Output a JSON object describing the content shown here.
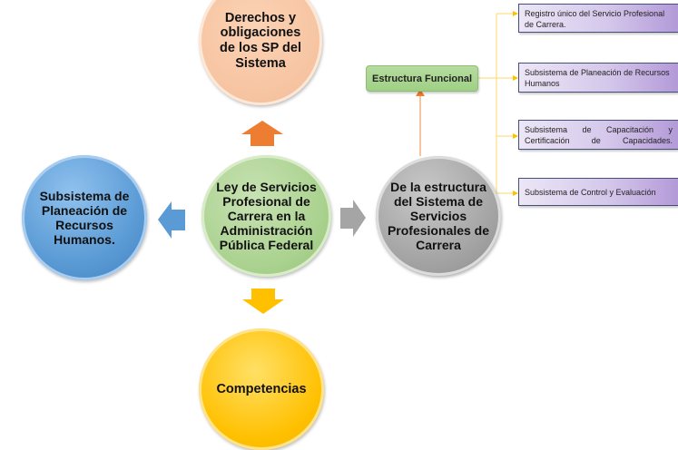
{
  "diagram": {
    "center": {
      "label": "Ley de Servicios Profesional de Carrera en la Administración Pública Federal",
      "color": "#a9d18e"
    },
    "top": {
      "label": "Derechos y obligaciones de los SP del Sistema",
      "color": "#f8cbad"
    },
    "left": {
      "label": "Subsistema de Planeación de Recursos Humanos.",
      "color": "#5b9bd5"
    },
    "right": {
      "label": "De la estructura del Sistema de Servicios Profesionales de Carrera",
      "color": "#a5a5a5"
    },
    "bottom": {
      "label": "Competencias",
      "color": "#ffc000"
    },
    "estructura_funcional": {
      "label": "Estructura Funcional",
      "color": "#a9d18e"
    },
    "subsystems": [
      {
        "label": "Registro único del Servicio Profesional de Carrera."
      },
      {
        "label": "Subsistema de Planeación de Recursos Humanos"
      },
      {
        "label": "Subsistema de Capacitación y Certificación de Capacidades."
      },
      {
        "label": "Subsistema de Control y Evaluación"
      }
    ],
    "arrow_colors": {
      "up": "#ed7d31",
      "left": "#5b9bd5",
      "right": "#a5a5a5",
      "down": "#ffc000",
      "connector": "#ffc000",
      "connector_up": "#f4b183"
    }
  }
}
